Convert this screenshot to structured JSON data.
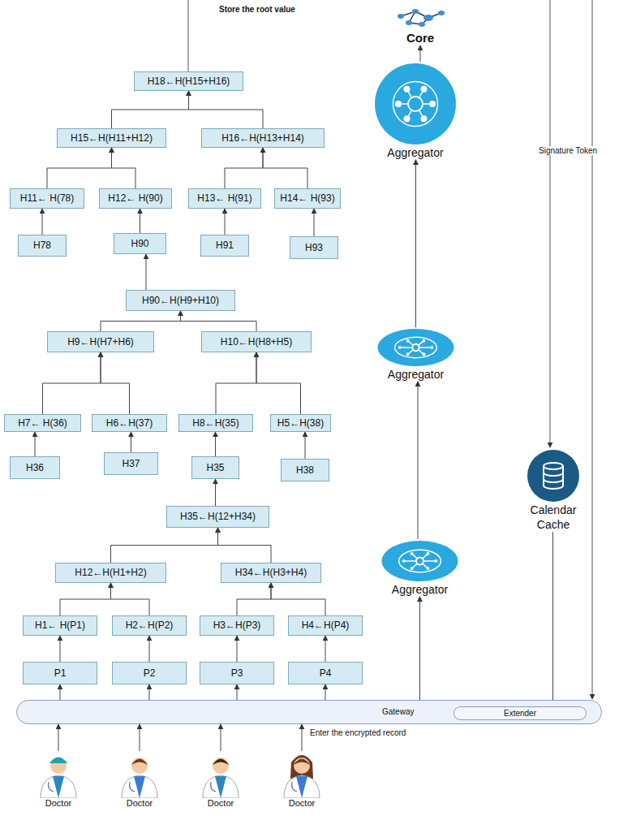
{
  "diagram": {
    "nodes": [
      {
        "text": [
          "H18←H(H15+H16)"
        ]
      },
      {
        "text": [
          "H15←H(H11+H12)"
        ]
      },
      {
        "text": [
          "H16←H(H13+H14)"
        ]
      },
      {
        "text": [
          "H11← H(78)"
        ]
      },
      {
        "text": [
          "H12← H(90)"
        ]
      },
      {
        "text": [
          "H13← H(91)"
        ]
      },
      {
        "text": [
          "H14← H(93)"
        ]
      },
      {
        "text": [
          "H78"
        ]
      },
      {
        "text": [
          "H90"
        ]
      },
      {
        "text": [
          "H91"
        ]
      },
      {
        "text": [
          "H93"
        ]
      },
      {
        "text": [
          "H90←H(H9+H10)"
        ]
      },
      {
        "text": [
          "H9←H(H7+H6)"
        ]
      },
      {
        "text": [
          "H10←H(H8+H5)"
        ]
      },
      {
        "text": [
          "H7← H(36)"
        ]
      },
      {
        "text": [
          "H6←H(37)"
        ]
      },
      {
        "text": [
          "H8←H(35)"
        ]
      },
      {
        "text": [
          "H5←H(38)"
        ]
      },
      {
        "text": [
          "H36"
        ]
      },
      {
        "text": [
          "H37"
        ]
      },
      {
        "text": [
          "H35"
        ]
      },
      {
        "text": [
          "H38"
        ]
      },
      {
        "text": [
          "H35←H(12+H34)"
        ]
      },
      {
        "text": [
          "H12←H(H1+H2)"
        ]
      },
      {
        "text": [
          "H34←H(H3+H4)"
        ]
      },
      {
        "text": [
          "H1← H(P1)"
        ]
      },
      {
        "text": [
          "H2←H(P2)"
        ]
      },
      {
        "text": [
          "H3←H(P3)"
        ]
      },
      {
        "text": [
          "H4←H(P4)"
        ]
      },
      {
        "text": [
          "P1"
        ]
      },
      {
        "text": [
          "P2"
        ]
      },
      {
        "text": [
          "P3"
        ]
      },
      {
        "text": [
          "P4"
        ]
      },
      {
        "text": [
          "Gateway"
        ]
      },
      {
        "text": [
          "Extender"
        ],
        "in": 33
      },
      {
        "text": [
          "Doctor"
        ]
      },
      {
        "text": [
          "Doctor"
        ]
      },
      {
        "text": [
          "Doctor"
        ]
      },
      {
        "text": [
          "Doctor"
        ]
      },
      {
        "text": [
          "Core"
        ]
      },
      {
        "text": [
          "Aggregator"
        ]
      },
      {
        "text": [
          "Aggregator"
        ]
      },
      {
        "text": [
          "Aggregator"
        ]
      },
      {
        "text": [
          "Calendar Cache"
        ]
      }
    ],
    "edges": [
      {
        "from": 29,
        "to": 25,
        "arrow": "to"
      },
      {
        "from": 30,
        "to": 26,
        "arrow": "to"
      },
      {
        "from": 31,
        "to": 27,
        "arrow": "to"
      },
      {
        "from": 32,
        "to": 28,
        "arrow": "to"
      },
      {
        "from": 25,
        "to": 23,
        "arrow": "to"
      },
      {
        "from": 26,
        "to": 23,
        "arrow": "to"
      },
      {
        "from": 27,
        "to": 24,
        "arrow": "to"
      },
      {
        "from": 28,
        "to": 24,
        "arrow": "to"
      },
      {
        "from": 23,
        "to": 22,
        "arrow": "to"
      },
      {
        "from": 24,
        "to": 22,
        "arrow": "to"
      },
      {
        "from": 22,
        "to": 20,
        "arrow": "to"
      },
      {
        "from": 18,
        "to": 14,
        "arrow": "to"
      },
      {
        "from": 19,
        "to": 15,
        "arrow": "to"
      },
      {
        "from": 20,
        "to": 16,
        "arrow": "to"
      },
      {
        "from": 21,
        "to": 17,
        "arrow": "to"
      },
      {
        "from": 14,
        "to": 12,
        "arrow": "to"
      },
      {
        "from": 15,
        "to": 12,
        "arrow": "to"
      },
      {
        "from": 16,
        "to": 13,
        "arrow": "to"
      },
      {
        "from": 17,
        "to": 13,
        "arrow": "to"
      },
      {
        "from": 12,
        "to": 11,
        "arrow": "to"
      },
      {
        "from": 13,
        "to": 11,
        "arrow": "to"
      },
      {
        "from": 11,
        "to": 8,
        "arrow": "to"
      },
      {
        "from": 7,
        "to": 3,
        "arrow": "to"
      },
      {
        "from": 8,
        "to": 4,
        "arrow": "to"
      },
      {
        "from": 9,
        "to": 5,
        "arrow": "to"
      },
      {
        "from": 10,
        "to": 6,
        "arrow": "to"
      },
      {
        "from": 3,
        "to": 1,
        "arrow": "to"
      },
      {
        "from": 4,
        "to": 1,
        "arrow": "to"
      },
      {
        "from": 5,
        "to": 2,
        "arrow": "to"
      },
      {
        "from": 6,
        "to": 2,
        "arrow": "to"
      },
      {
        "from": 1,
        "to": 0,
        "arrow": "to"
      },
      {
        "from": 2,
        "to": 0,
        "arrow": "to"
      },
      {
        "from": 33,
        "to": 29,
        "arrow": "to"
      },
      {
        "from": 33,
        "to": 30,
        "arrow": "to"
      },
      {
        "from": 33,
        "to": 31,
        "arrow": "to"
      },
      {
        "from": 33,
        "to": 32,
        "arrow": "to"
      },
      {
        "from": 35,
        "to": 33,
        "arrow": "to"
      },
      {
        "from": 36,
        "to": 33,
        "arrow": "to"
      },
      {
        "from": 37,
        "to": 33,
        "arrow": "to"
      },
      {
        "from": 38,
        "to": 33,
        "arrow": "to"
      },
      {
        "from": 33,
        "to": 42,
        "arrow": "to"
      },
      {
        "from": 42,
        "to": 41,
        "arrow": "to"
      },
      {
        "from": 41,
        "to": 40,
        "arrow": "to"
      },
      {
        "from": 40,
        "to": 39,
        "arrow": "to"
      },
      {
        "from": 43,
        "to": 34,
        "arrow": "to"
      }
    ],
    "labels": [
      "Store the root value",
      "Signature Token",
      "Enter the encrypted record"
    ]
  }
}
